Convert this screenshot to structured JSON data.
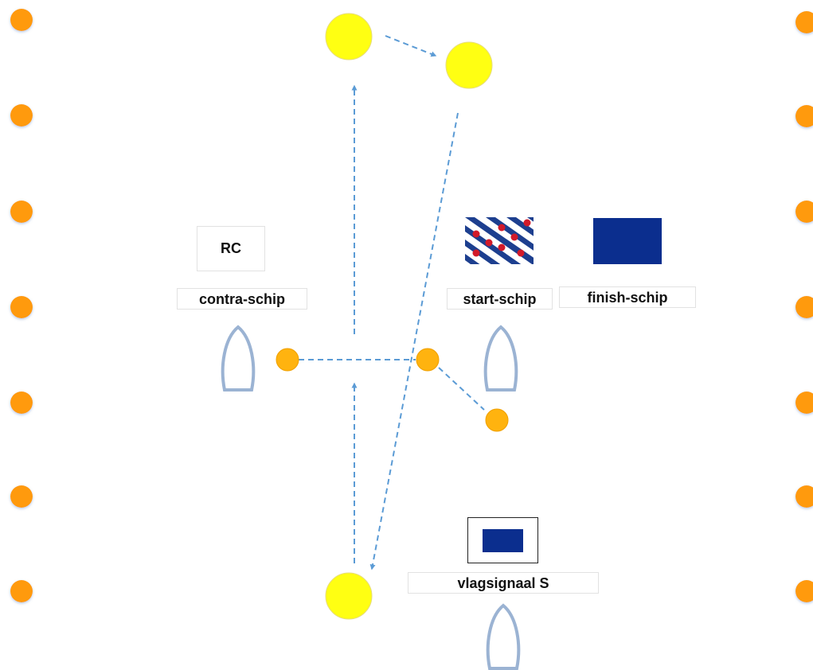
{
  "labels": {
    "rc": "RC",
    "contra_schip": "contra-schip",
    "start_schip": "start-schip",
    "finish_schip": "finish-schip",
    "vlagsignaal_s": "vlagsignaal S"
  },
  "colors": {
    "orange_buoy": "#ff9a0f",
    "small_buoy": "#ffb30f",
    "yellow_mark": "#ffff12",
    "arrow": "#5b9bd5",
    "boat_outline": "#9bb3d3",
    "navy_flag": "#0b2e8e",
    "frisian_blue": "#1d3f8f",
    "frisian_heart": "#d21a2a"
  },
  "icons": {
    "left_buoys": "orange-buoy-icon",
    "right_buoys": "orange-buoy-icon",
    "course_marks": "yellow-mark-icon",
    "line_buoys": "line-buoy-icon",
    "boats": "boat-icon",
    "frisian_flag": "frisian-flag-icon",
    "finish_flag": "blue-flag-icon",
    "s_flag": "blue-flag-icon"
  }
}
